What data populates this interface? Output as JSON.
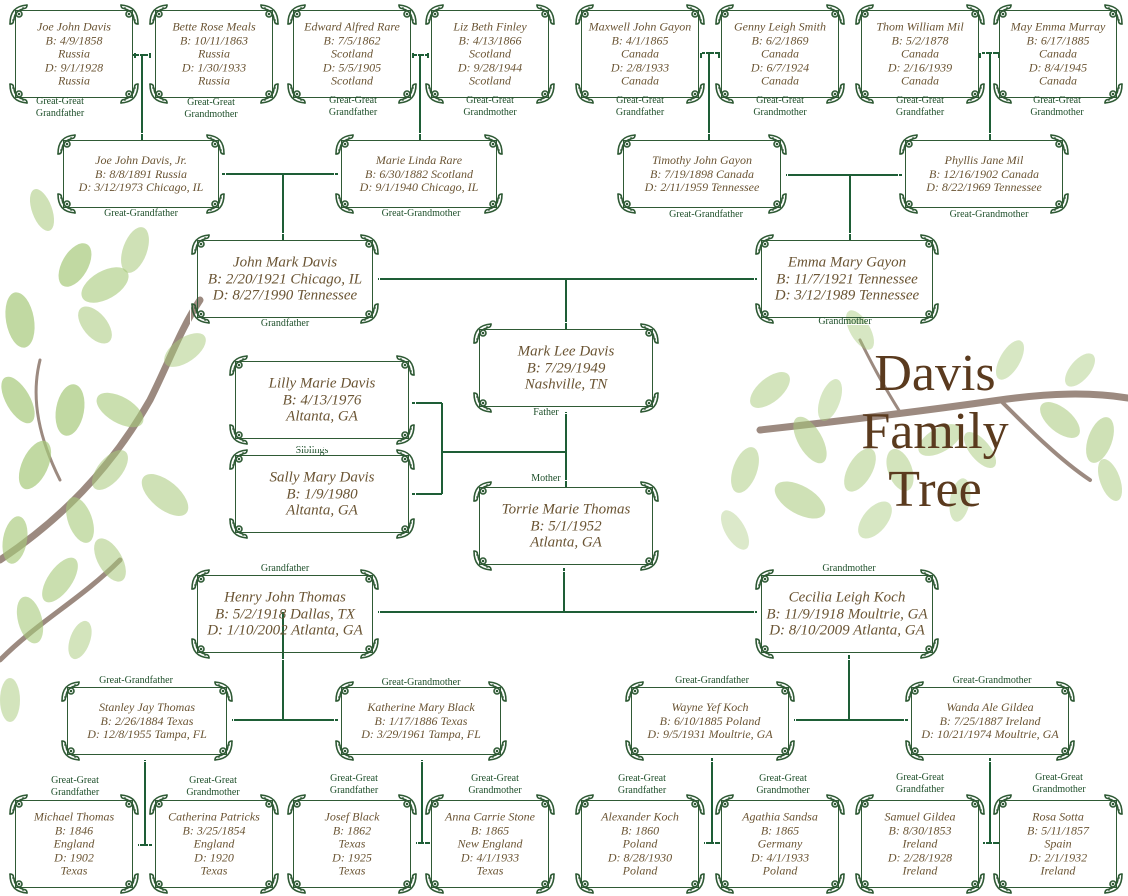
{
  "title": {
    "line1": "Davis",
    "line2": "Family",
    "line3": "Tree"
  },
  "colors": {
    "frame": "#2f5a35",
    "line": "#1e5e36",
    "text": "#6a5433",
    "label": "#1e4f2a",
    "leaf": "#a7c97a",
    "branch": "#9c8a80"
  },
  "icons": {
    "corner": "flourish-ornament-icon",
    "decor": "leaf-branch-icon"
  },
  "people": {
    "p1": {
      "lines": [
        "Joe John Davis",
        "B: 4/9/1858",
        "Russia",
        "D: 9/1/1928",
        "Russia"
      ],
      "label": [
        "Great-Great",
        "Grandfather"
      ]
    },
    "p2": {
      "lines": [
        "Bette Rose Meals",
        "B: 10/11/1863",
        "Russia",
        "D: 1/30/1933",
        "Russia"
      ],
      "label": [
        "Great-Great",
        "Grandmother"
      ]
    },
    "p3": {
      "lines": [
        "Edward Alfred Rare",
        "B: 7/5/1862",
        "Scotland",
        "D: 5/5/1905",
        "Scotland"
      ],
      "label": [
        "Great-Great",
        "Grandfather"
      ]
    },
    "p4": {
      "lines": [
        "Liz Beth Finley",
        "B: 4/13/1866",
        "Scotland",
        "D: 9/28/1944",
        "Scotland"
      ],
      "label": [
        "Great-Great",
        "Grandmother"
      ]
    },
    "p5": {
      "lines": [
        "Maxwell John Gayon",
        "B: 4/1/1865",
        "Canada",
        "D: 2/8/1933",
        "Canada"
      ],
      "label": [
        "Great-Great",
        "Grandfather"
      ]
    },
    "p6": {
      "lines": [
        "Genny Leigh Smith",
        "B: 6/2/1869",
        "Canada",
        "D: 6/7/1924",
        "Canada"
      ],
      "label": [
        "Great-Great",
        "Grandmother"
      ]
    },
    "p7": {
      "lines": [
        "Thom William Mil",
        "B: 5/2/1878",
        "Canada",
        "D: 2/16/1939",
        "Canada"
      ],
      "label": [
        "Great-Great",
        "Grandfather"
      ]
    },
    "p8": {
      "lines": [
        "May Emma Murray",
        "B: 6/17/1885",
        "Canada",
        "D: 8/4/1945",
        "Canada"
      ],
      "label": [
        "Great-Great",
        "Grandmother"
      ]
    },
    "g1": {
      "lines": [
        "Joe John Davis, Jr.",
        "B: 8/8/1891 Russia",
        "D: 3/12/1973 Chicago, IL"
      ],
      "label": [
        "Great-Grandfather"
      ]
    },
    "g2": {
      "lines": [
        "Marie Linda Rare",
        "B: 6/30/1882 Scotland",
        "D: 9/1/1940 Chicago, IL"
      ],
      "label": [
        "Great-Grandmother"
      ]
    },
    "g3": {
      "lines": [
        "Timothy John Gayon",
        "B: 7/19/1898 Canada",
        "D: 2/11/1959 Tennessee"
      ],
      "label": [
        "Great-Grandfather"
      ]
    },
    "g4": {
      "lines": [
        "Phyllis Jane Mil",
        "B: 12/16/1902 Canada",
        "D: 8/22/1969 Tennessee"
      ],
      "label": [
        "Great-Grandmother"
      ]
    },
    "gp1": {
      "lines": [
        "John Mark Davis",
        "B: 2/20/1921 Chicago, IL",
        "D: 8/27/1990 Tennessee"
      ],
      "label": [
        "Grandfather"
      ]
    },
    "gp2": {
      "lines": [
        "Emma Mary Gayon",
        "B: 11/7/1921 Tennessee",
        "D: 3/12/1989 Tennessee"
      ],
      "label": [
        "Grandmother"
      ]
    },
    "father": {
      "lines": [
        "Mark Lee Davis",
        "B: 7/29/1949",
        "Nashville, TN"
      ],
      "label": [
        "Father"
      ]
    },
    "mother": {
      "lines": [
        "Torrie Marie Thomas",
        "B: 5/1/1952",
        "Atlanta, GA"
      ],
      "label": [
        "Mother"
      ]
    },
    "s1": {
      "lines": [
        "Lilly Marie Davis",
        "B: 4/13/1976",
        "Altanta, GA"
      ],
      "label": [
        "Siblings"
      ]
    },
    "s2": {
      "lines": [
        "Sally Mary Davis",
        "B: 1/9/1980",
        "Altanta, GA"
      ],
      "label": []
    },
    "gp3": {
      "lines": [
        "Henry John Thomas",
        "B: 5/2/1918 Dallas, TX",
        "D: 1/10/2002 Atlanta, GA"
      ],
      "label": [
        "Grandfather"
      ]
    },
    "gp4": {
      "lines": [
        "Cecilia Leigh Koch",
        "B: 11/9/1918 Moultrie, GA",
        "D: 8/10/2009 Atlanta, GA"
      ],
      "label": [
        "Grandmother"
      ]
    },
    "g5": {
      "lines": [
        "Stanley Jay Thomas",
        "B: 2/26/1884 Texas",
        "D: 12/8/1955 Tampa, FL"
      ],
      "label": [
        "Great-Grandfather"
      ]
    },
    "g6": {
      "lines": [
        "Katherine Mary Black",
        "B: 1/17/1886 Texas",
        "D: 3/29/1961 Tampa, FL"
      ],
      "label": [
        "Great-Grandmother"
      ]
    },
    "g7": {
      "lines": [
        "Wayne Yef Koch",
        "B: 6/10/1885 Poland",
        "D: 9/5/1931 Moultrie, GA"
      ],
      "label": [
        "Great-Grandfather"
      ]
    },
    "g8": {
      "lines": [
        "Wanda Ale Gildea",
        "B: 7/25/1887 Ireland",
        "D: 10/21/1974 Moultrie, GA"
      ],
      "label": [
        "Great-Grandmother"
      ]
    },
    "p9": {
      "lines": [
        "Michael Thomas",
        "B: 1846",
        "England",
        "D: 1902",
        "Texas"
      ],
      "label": [
        "Great-Great",
        "Grandfather"
      ]
    },
    "p10": {
      "lines": [
        "Catherina Patricks",
        "B: 3/25/1854",
        "England",
        "D: 1920",
        "Texas"
      ],
      "label": [
        "Great-Great",
        "Grandmother"
      ]
    },
    "p11": {
      "lines": [
        "Josef Black",
        "B: 1862",
        "Texas",
        "D: 1925",
        "Texas"
      ],
      "label": [
        "Great-Great",
        "Grandfather"
      ]
    },
    "p12": {
      "lines": [
        "Anna Carrie Stone",
        "B: 1865",
        "New England",
        "D: 4/1/1933",
        "Texas"
      ],
      "label": [
        "Great-Great",
        "Grandmother"
      ]
    },
    "p13": {
      "lines": [
        "Alexander Koch",
        "B: 1860",
        "Poland",
        "D: 8/28/1930",
        "Poland"
      ],
      "label": [
        "Great-Great",
        "Grandfather"
      ]
    },
    "p14": {
      "lines": [
        "Agathia Sandsa",
        "B: 1865",
        "Germany",
        "D: 4/1/1933",
        "Poland"
      ],
      "label": [
        "Great-Great",
        "Grandmother"
      ]
    },
    "p15": {
      "lines": [
        "Samuel Gildea",
        "B: 8/30/1853",
        "Ireland",
        "D: 2/28/1928",
        "Ireland"
      ],
      "label": [
        "Great-Great",
        "Grandfather"
      ]
    },
    "p16": {
      "lines": [
        "Rosa Sotta",
        "B: 5/11/1857",
        "Spain",
        "D: 2/1/1932",
        "Ireland"
      ],
      "label": [
        "Great-Great",
        "Grandmother"
      ]
    }
  }
}
